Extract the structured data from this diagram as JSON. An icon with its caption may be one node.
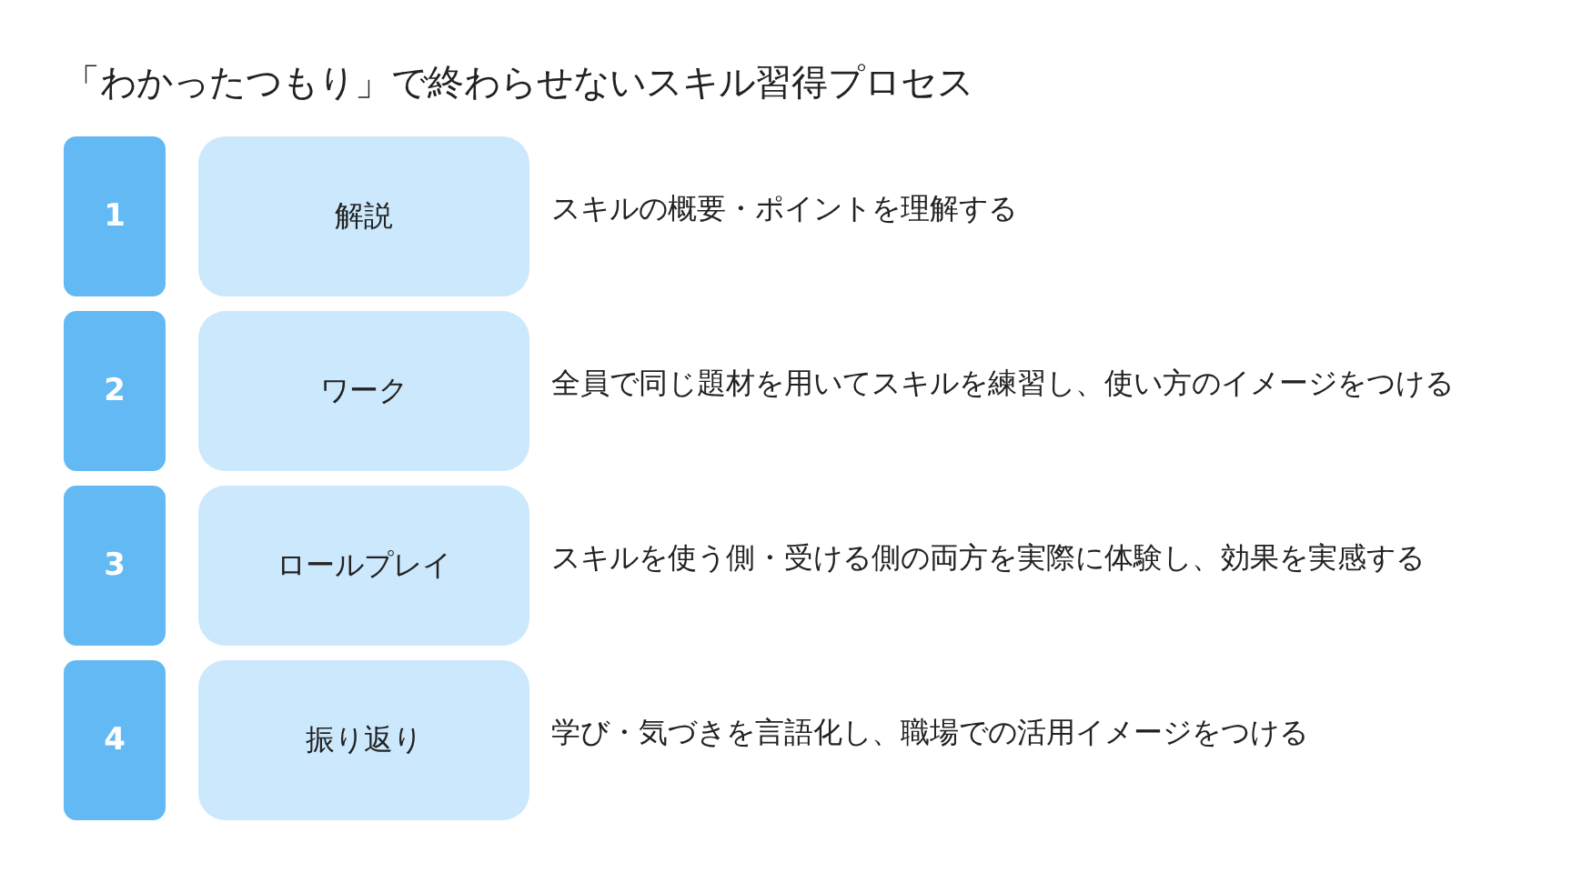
{
  "diagram": {
    "title": "「わかったつもり」で終わらせないスキル習得プロセス",
    "nodes": [
      {
        "text": [
          "1"
        ]
      },
      {
        "text": [
          "解説"
        ],
        "beside": [
          "スキルの概要・ポイントを理解する"
        ]
      },
      {
        "text": [
          "2"
        ]
      },
      {
        "text": [
          "ワーク"
        ],
        "beside": [
          "全員で同じ題材を用いてスキルを練習し、使い方のイメージをつける"
        ]
      },
      {
        "text": [
          "3"
        ]
      },
      {
        "text": [
          "ロールプレイ"
        ],
        "beside": [
          "スキルを使う側・受ける側の両方を実際に体験し、効果を実感する"
        ]
      },
      {
        "text": [
          "4"
        ]
      },
      {
        "text": [
          "振り返り"
        ],
        "beside": [
          "学び・気づきを言語化し、職場での活用イメージをつける"
        ]
      }
    ],
    "edges": []
  }
}
